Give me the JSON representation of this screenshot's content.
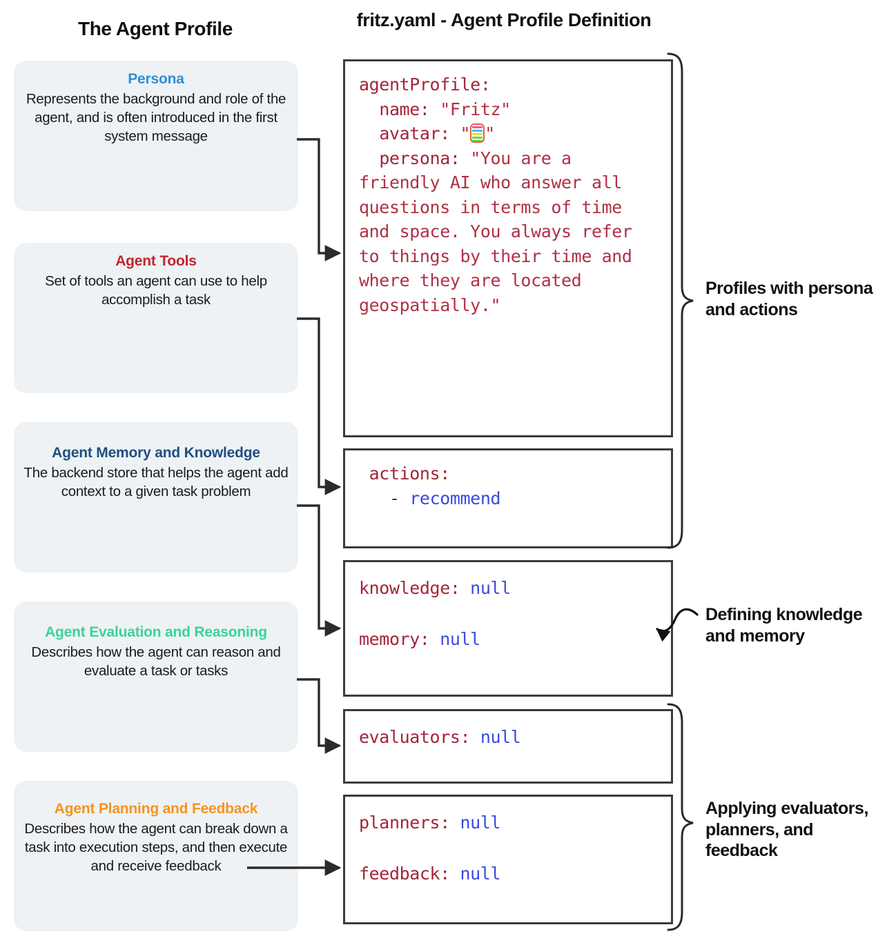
{
  "headings": {
    "left": "The Agent Profile",
    "right": "fritz.yaml - Agent Profile Definition"
  },
  "concept_cards": [
    {
      "title": "Persona",
      "color": "#2d8fd5",
      "description": "Represents the background and role of the agent, and is often introduced in the first system message"
    },
    {
      "title": "Agent Tools",
      "color": "#c0252c",
      "description": "Set of tools an agent can use to help accomplish a task"
    },
    {
      "title": "Agent Memory and Knowledge",
      "color": "#1f4f82",
      "description": "The backend store that helps the agent add context to a given task problem"
    },
    {
      "title": "Agent Evaluation and Reasoning",
      "color": "#3ad39a",
      "description": "Describes how the agent can reason and evaluate a task or tasks"
    },
    {
      "title": "Agent Planning and Feedback",
      "color": "#f59321",
      "description": "Describes how the agent can break down a task into execution steps, and then execute and receive feedback"
    }
  ],
  "yaml_boxes": [
    {
      "name": "agent-profile",
      "lines": {
        "l1": "agentProfile:",
        "l2_key": "  name: ",
        "l2_val": "\"Fritz\"",
        "l3_key": "  avatar: ",
        "l3_q1": "\"",
        "l3_icon": "abacus-emoji",
        "l3_q2": "\"",
        "l4_key": "  persona: ",
        "l4_val": "\"You are a friendly AI who answer all questions in terms of time and space. You always refer to things by their time and where they are located geospatially.\""
      }
    },
    {
      "name": "actions",
      "lines": {
        "l1": "actions:",
        "l2_dash": "  - ",
        "l2_val": "recommend"
      }
    },
    {
      "name": "knowledge-memory",
      "lines": {
        "l1_key": "knowledge: ",
        "l1_val": "null",
        "l2_key": "memory: ",
        "l2_val": "null"
      }
    },
    {
      "name": "evaluators",
      "lines": {
        "l1_key": "evaluators: ",
        "l1_val": "null"
      }
    },
    {
      "name": "planners-feedback",
      "lines": {
        "l1_key": "planners: ",
        "l1_val": "null",
        "l2_key": "feedback: ",
        "l2_val": "null"
      }
    }
  ],
  "annotations": [
    {
      "name": "profiles-persona-actions",
      "text": "Profiles with persona and actions"
    },
    {
      "name": "defining-knowledge-memory",
      "text": "Defining knowledge and memory"
    },
    {
      "name": "applying-evaluators-planners-feedback",
      "text": "Applying evaluators, planners, and feedback"
    }
  ],
  "colors": {
    "card_bg": "#eef2f4",
    "box_border": "#3a3a40",
    "yaml_key": "#a4243b",
    "yaml_value": "#3b49df",
    "connector": "#2b2b2b"
  }
}
